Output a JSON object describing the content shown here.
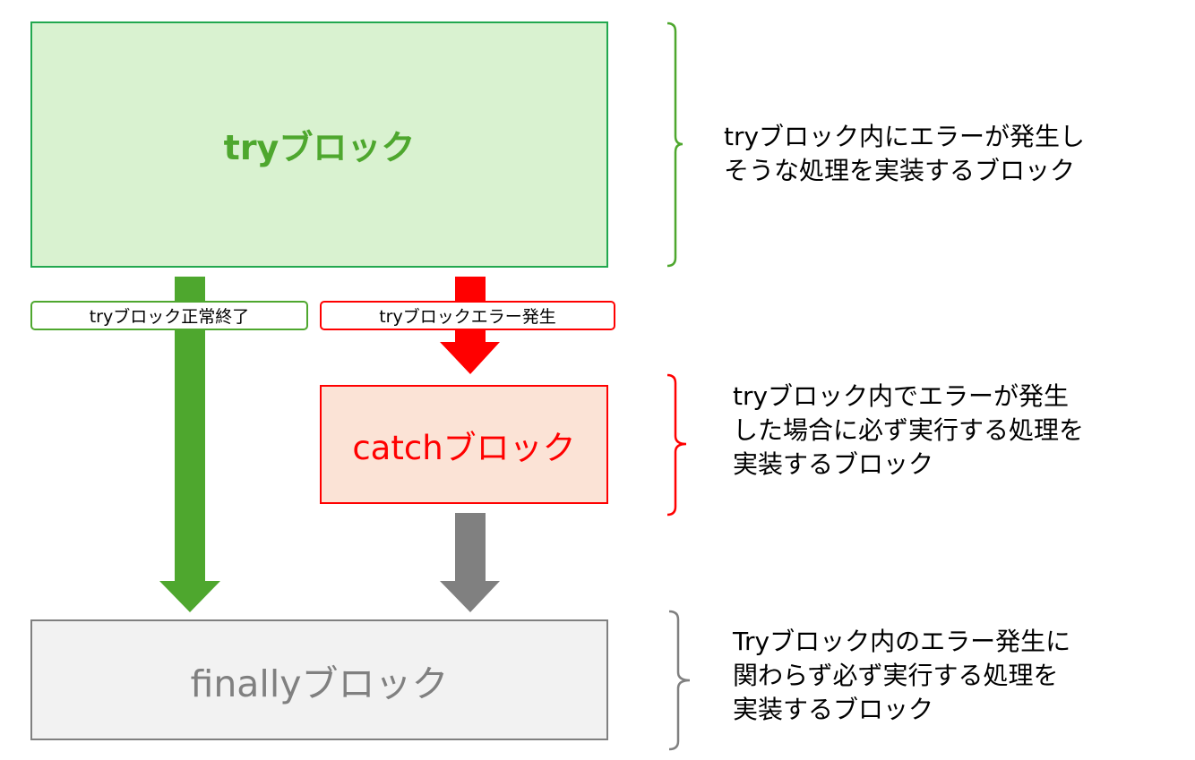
{
  "blocks": {
    "try": {
      "title": "tryブロック"
    },
    "catch": {
      "title": "catchブロック"
    },
    "finally": {
      "title": "finallyブロック"
    }
  },
  "flows": {
    "normal_label": "tryブロック正常終了",
    "error_label": "tryブロックエラー発生"
  },
  "descriptions": {
    "try": "tryブロック内にエラーが発生し\nそうな処理を実装するブロック",
    "catch": "tryブロック内でエラーが発生\nした場合に必ず実行する処理を\n実装するブロック",
    "finally": "Tryブロック内のエラー発生に\n関わらず必ず実行する処理を\n実装するブロック"
  },
  "colors": {
    "try_fill": "#d9f2d0",
    "try_border": "#22a84f",
    "try_text": "#4ea72e",
    "catch_fill": "#fbe3d6",
    "catch_border": "#ff0000",
    "finally_fill": "#f2f2f2",
    "finally_border": "#808080",
    "normal_arrow": "#4ea72e",
    "error_arrow": "#ff0000",
    "finally_arrow": "#808080"
  }
}
